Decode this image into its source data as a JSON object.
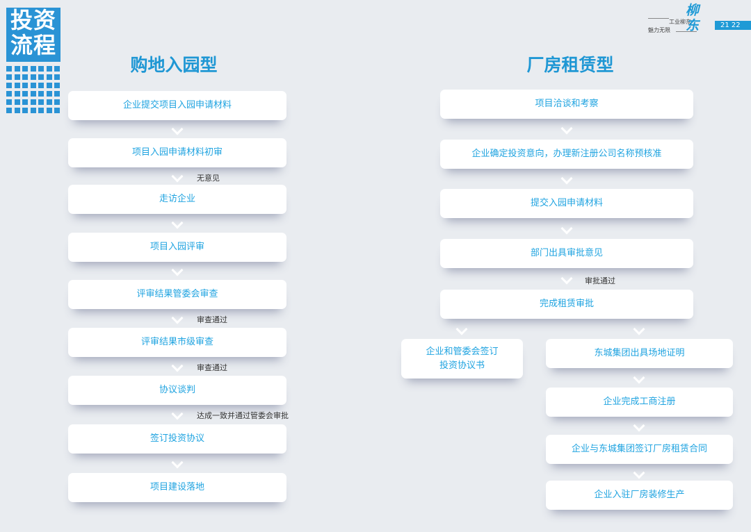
{
  "logo": {
    "line1": "投资",
    "line2": "流程"
  },
  "header": {
    "brand": "柳东",
    "tagline1": "工业柳东",
    "tagline2": "魅力无限",
    "pages": "21 22"
  },
  "left": {
    "title": "购地入园型",
    "steps": [
      "企业提交项目入园申请材料",
      "项目入园申请材料初审",
      "走访企业",
      "项目入园评审",
      "评审结果管委会审查",
      "评审结果市级审查",
      "协议谈判",
      "签订投资协议",
      "项目建设落地"
    ],
    "notes": [
      "无意见",
      "审查通过",
      "审查通过",
      "达成一致并通过管委会审批"
    ]
  },
  "right": {
    "title": "厂房租赁型",
    "steps": [
      "项目洽谈和考察",
      "企业确定投资意向，办理新注册公司名称预核准",
      "提交入园申请材料",
      "部门出具审批意见",
      "完成租赁审批"
    ],
    "note": "审批通过",
    "branch_a": [
      "企业和管委会签订",
      "投资协议书"
    ],
    "branch_b": [
      "东城集团出具场地证明",
      "企业完成工商注册",
      "企业与东城集团签订厂房租赁合同",
      "企业入驻厂房装修生产"
    ]
  }
}
